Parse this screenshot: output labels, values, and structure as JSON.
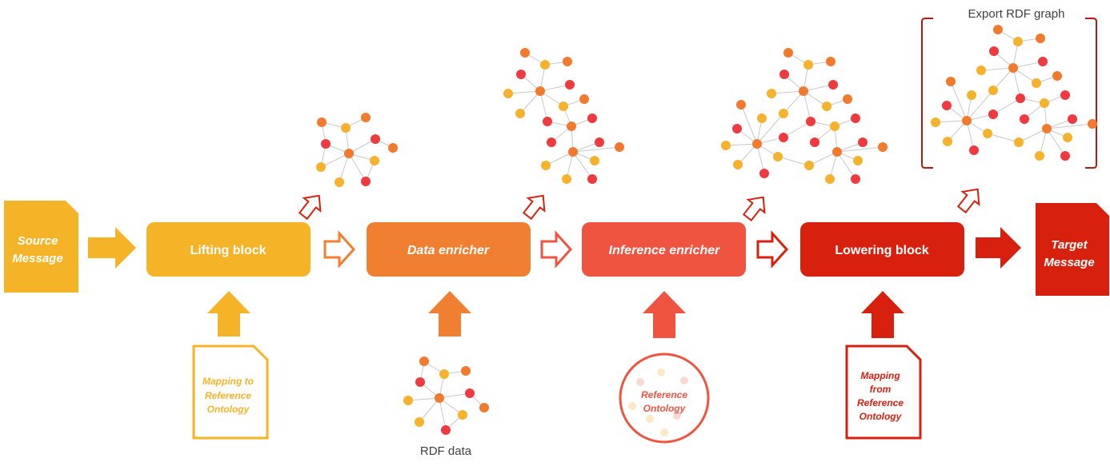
{
  "source_message": {
    "line1": "Source",
    "line2": "Message"
  },
  "target_message": {
    "line1": "Target",
    "line2": "Message"
  },
  "blocks": {
    "lifting": "Lifting block",
    "data_enricher": "Data enricher",
    "inference_enricher": "Inference enricher",
    "lowering": "Lowering block"
  },
  "inputs": {
    "mapping_to": {
      "line1": "Mapping to",
      "line2": "Reference",
      "line3": "Ontology"
    },
    "rdf_data": "RDF data",
    "reference_ontology": {
      "line1": "Reference",
      "line2": "Ontology"
    },
    "mapping_from": {
      "line1": "Mapping",
      "line2": "from",
      "line3": "Reference",
      "line4": "Ontology"
    }
  },
  "export_label": "Export RDF graph",
  "colors": {
    "yellow": "#f5b427",
    "orange": "#f07f31",
    "coral": "#ef5440",
    "red": "#d8200f",
    "node_red": "#ef3a3f",
    "node_orange": "#f17a2e",
    "node_yellow": "#f6b22c"
  }
}
